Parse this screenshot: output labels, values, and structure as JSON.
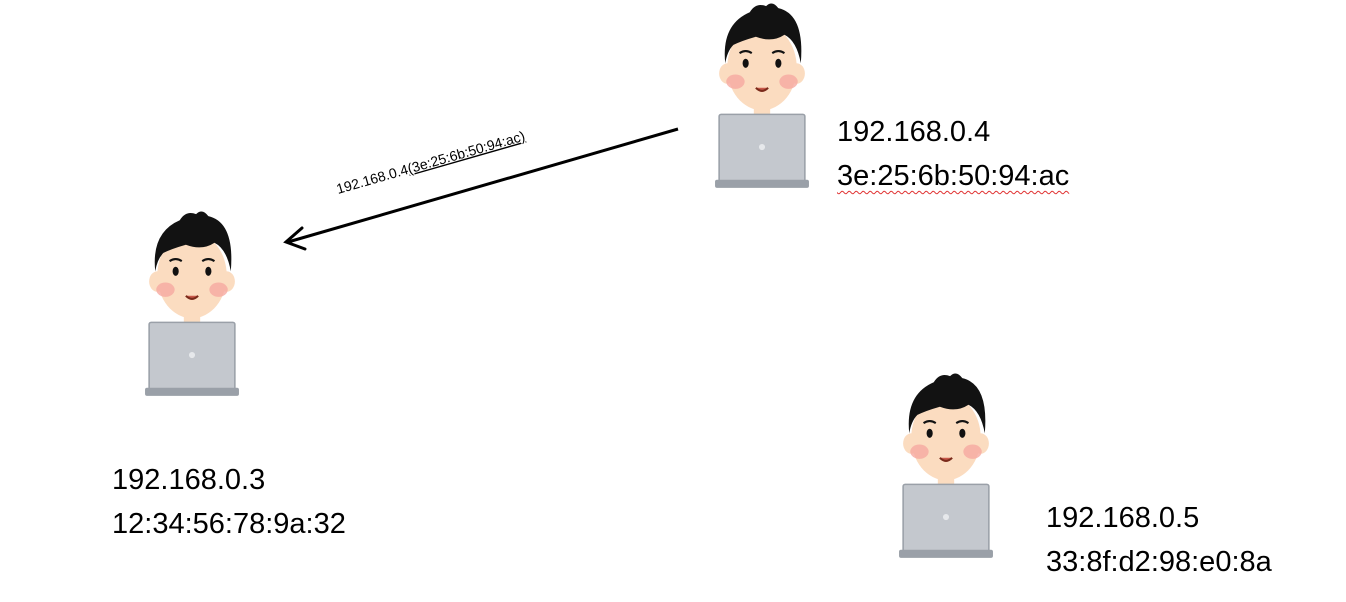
{
  "hosts": [
    {
      "id": "host-a",
      "ip": "192.168.0.3",
      "mac": "12:34:56:78:9a:32"
    },
    {
      "id": "host-b",
      "ip": "192.168.0.4",
      "mac": "3e:25:6b:50:94:ac"
    },
    {
      "id": "host-c",
      "ip": "192.168.0.5",
      "mac": "33:8f:d2:98:e0:8a"
    }
  ],
  "message": {
    "from": "192.168.0.4",
    "to": "192.168.0.3",
    "ip_part": "192.168.0.4",
    "mac_part": "(3e:25:6b:50:94:ac)"
  },
  "colors": {
    "hair": "#121212",
    "skin": "#fbdcc0",
    "cheek": "#f6a9a0",
    "shirt": "#5d8fd6",
    "laptop": "#c4c8ce",
    "laptop_edge": "#9aa0a8",
    "arrow": "#000000",
    "spellcheck": "#e03030"
  }
}
